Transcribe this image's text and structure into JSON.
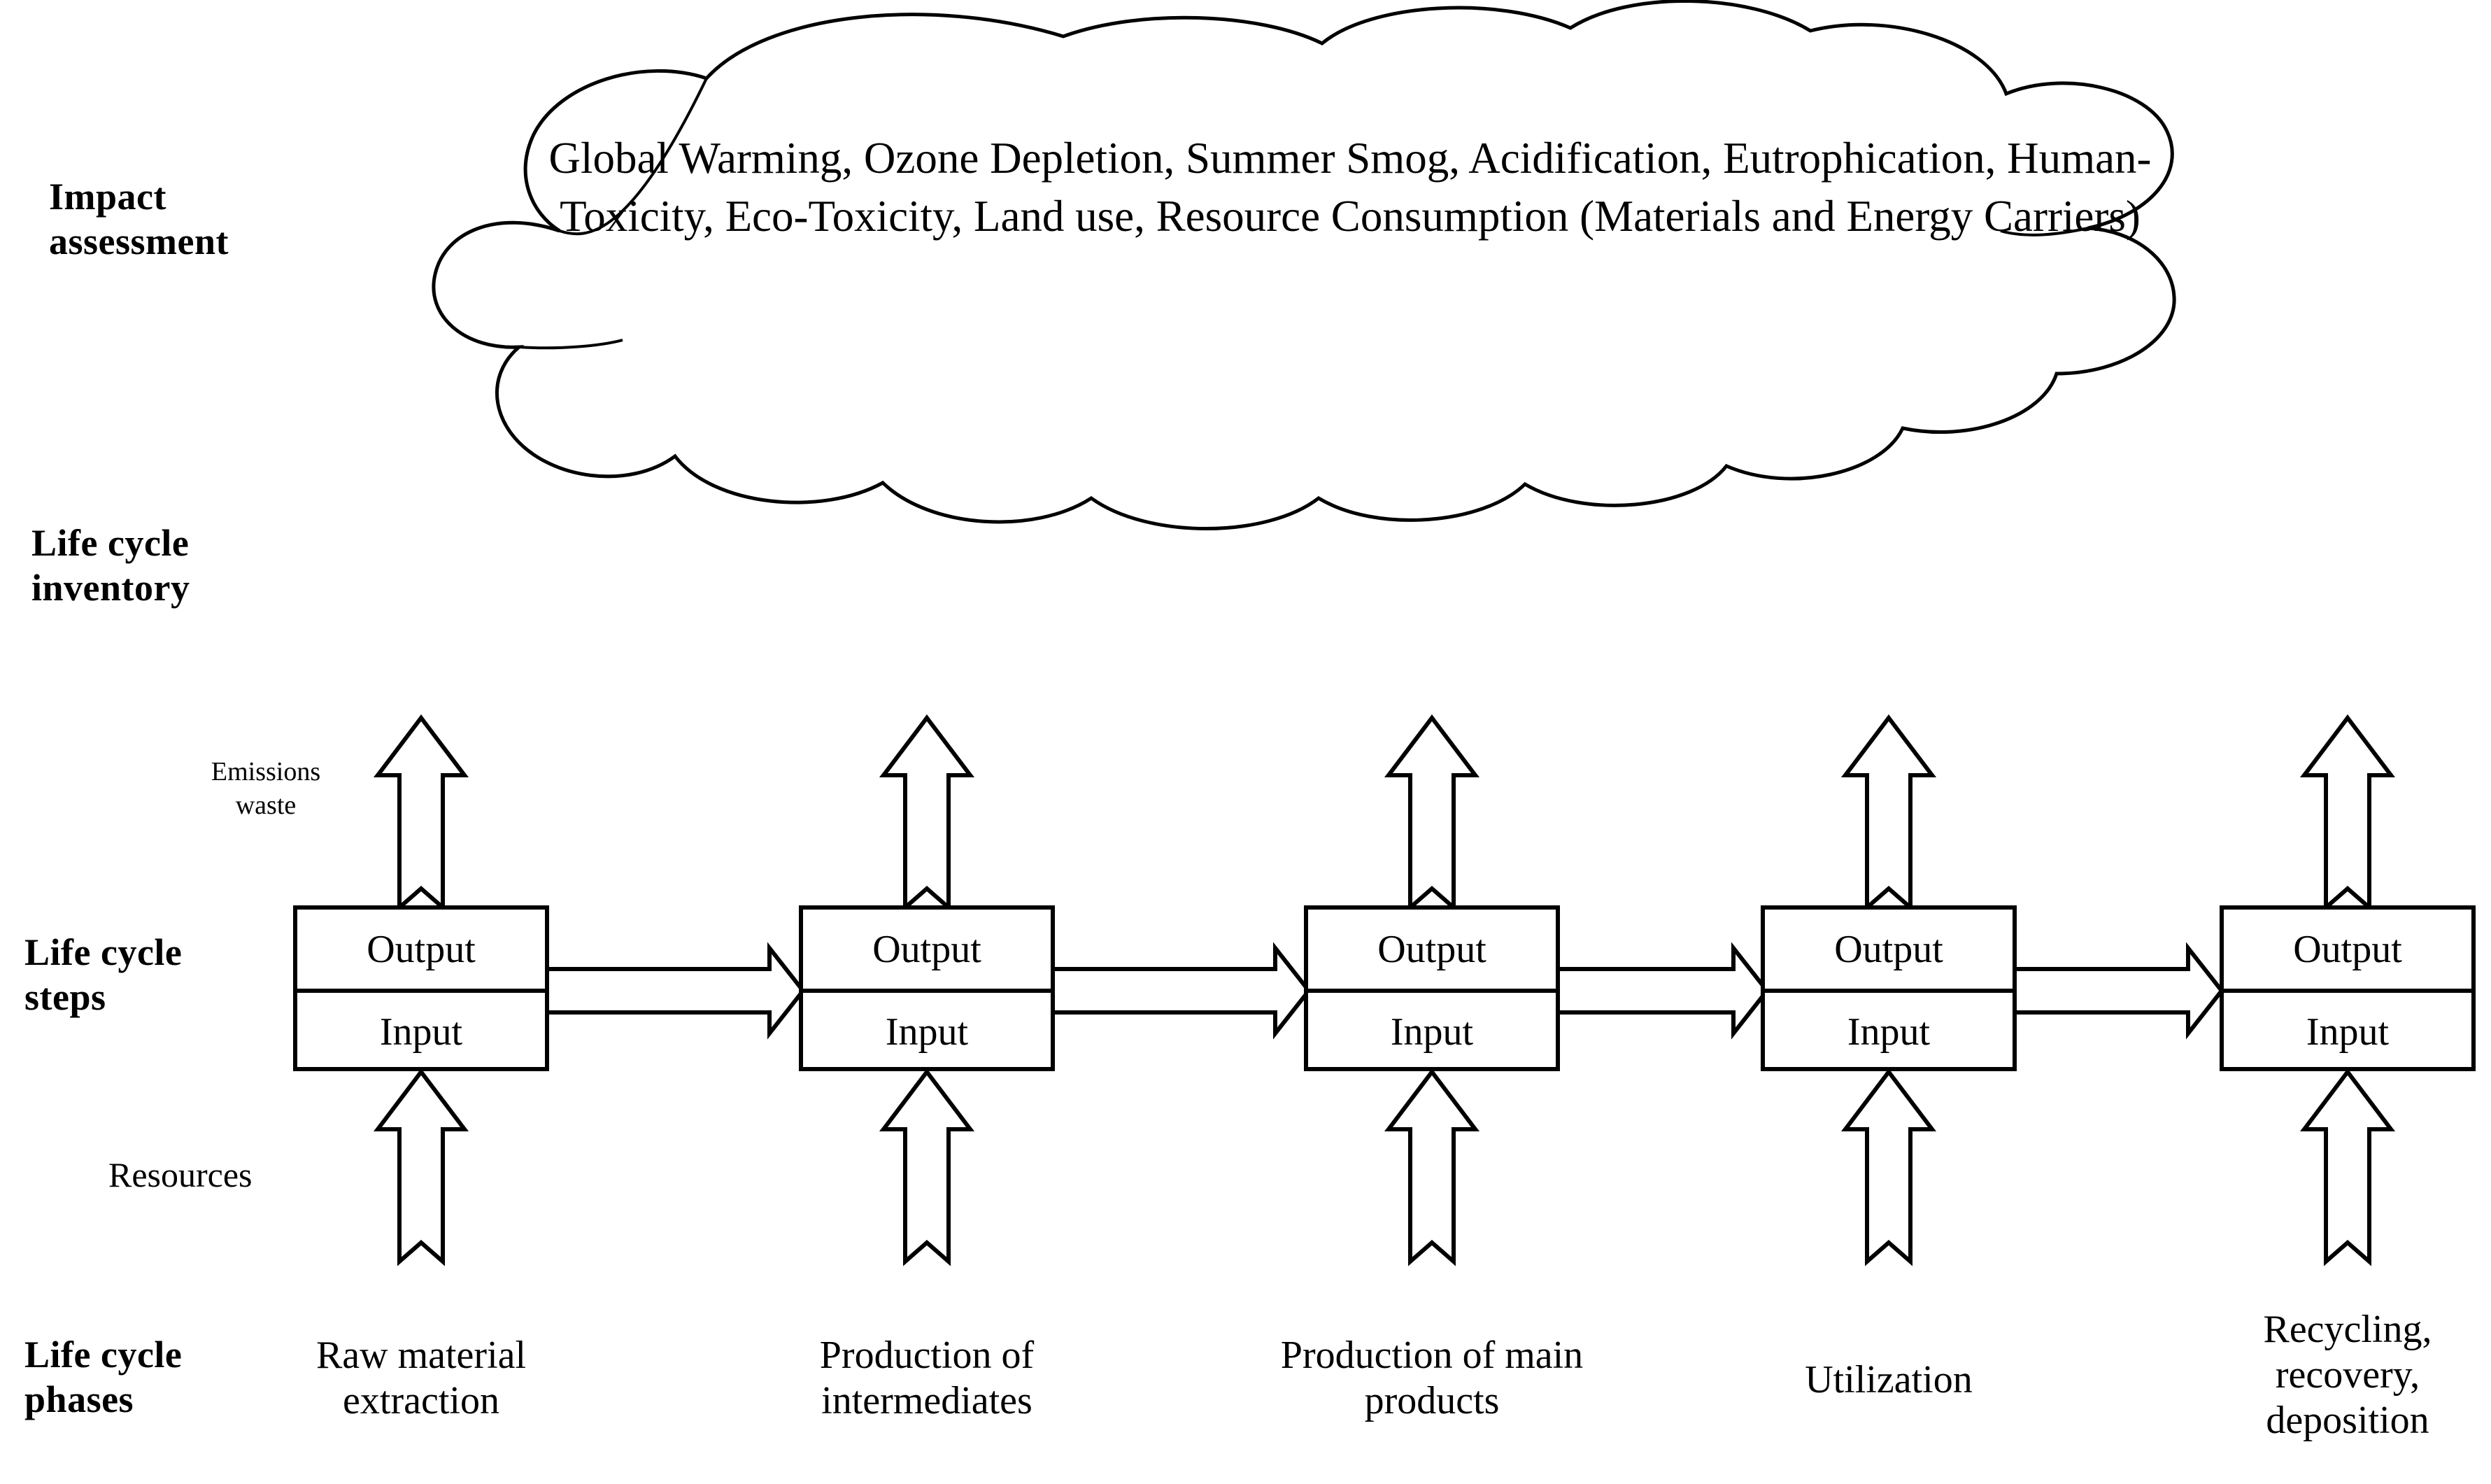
{
  "diagram": {
    "title": "Life cycle assessment scheme",
    "row_labels": {
      "impact_assessment": "Impact\nassessment",
      "life_cycle_inventory": "Life cycle\ninventory",
      "life_cycle_steps": "Life cycle\nsteps",
      "life_cycle_phases": "Life cycle\nphases"
    },
    "flow_labels": {
      "emissions": "Emissions\nwaste",
      "resources": "Resources"
    },
    "cloud": {
      "text": "Global Warming, Ozone Depletion, Summer Smog, Acidification, Eutrophication, Human-Toxicity, Eco-Toxicity, Land use, Resource Consumption (Materials and Energy Carriers)",
      "impact_categories": [
        "Global Warming",
        "Ozone Depletion",
        "Summer Smog",
        "Acidification",
        "Eutrophication",
        "Human-Toxicity",
        "Eco-Toxicity",
        "Land use",
        "Resource Consumption (Materials and Energy Carriers)"
      ]
    },
    "cell_labels": {
      "output": "Output",
      "input": "Input"
    },
    "steps": [
      {
        "id": "step-1",
        "output": "Output",
        "input": "Input",
        "phase": "Raw material\nextraction"
      },
      {
        "id": "step-2",
        "output": "Output",
        "input": "Input",
        "phase": "Production of\nintermediates"
      },
      {
        "id": "step-3",
        "output": "Output",
        "input": "Input",
        "phase": "Production of\nmain products"
      },
      {
        "id": "step-4",
        "output": "Output",
        "input": "Input",
        "phase": "Utilization"
      },
      {
        "id": "step-5",
        "output": "Output",
        "input": "Input",
        "phase": "Recycling,\nrecovery,\ndeposition"
      }
    ],
    "colors": {
      "background": "#ffffff",
      "stroke": "#000000",
      "text": "#000000"
    }
  }
}
